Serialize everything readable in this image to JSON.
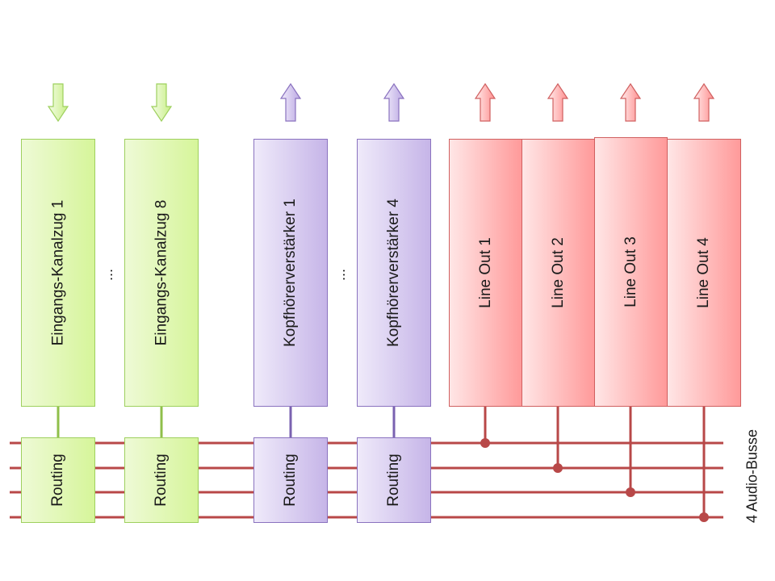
{
  "inputs": {
    "channel_first": "Eingangs-Kanalzug 1",
    "channel_last": "Eingangs-Kanalzug 8",
    "ellipsis": "..."
  },
  "headphones": {
    "amp_first": "Kopfhörerverstärker 1",
    "amp_last": "Kopfhörerverstärker 4",
    "ellipsis": "..."
  },
  "line_outs": [
    "Line Out 1",
    "Line Out 2",
    "Line Out 3",
    "Line Out 4"
  ],
  "routing_label": "Routing",
  "bus_label": "4 Audio-Busse",
  "colors": {
    "input": "#d6f59a",
    "headphone": "#c6b5e8",
    "line_out": "#ff9a9a",
    "bus": "#b84848"
  }
}
